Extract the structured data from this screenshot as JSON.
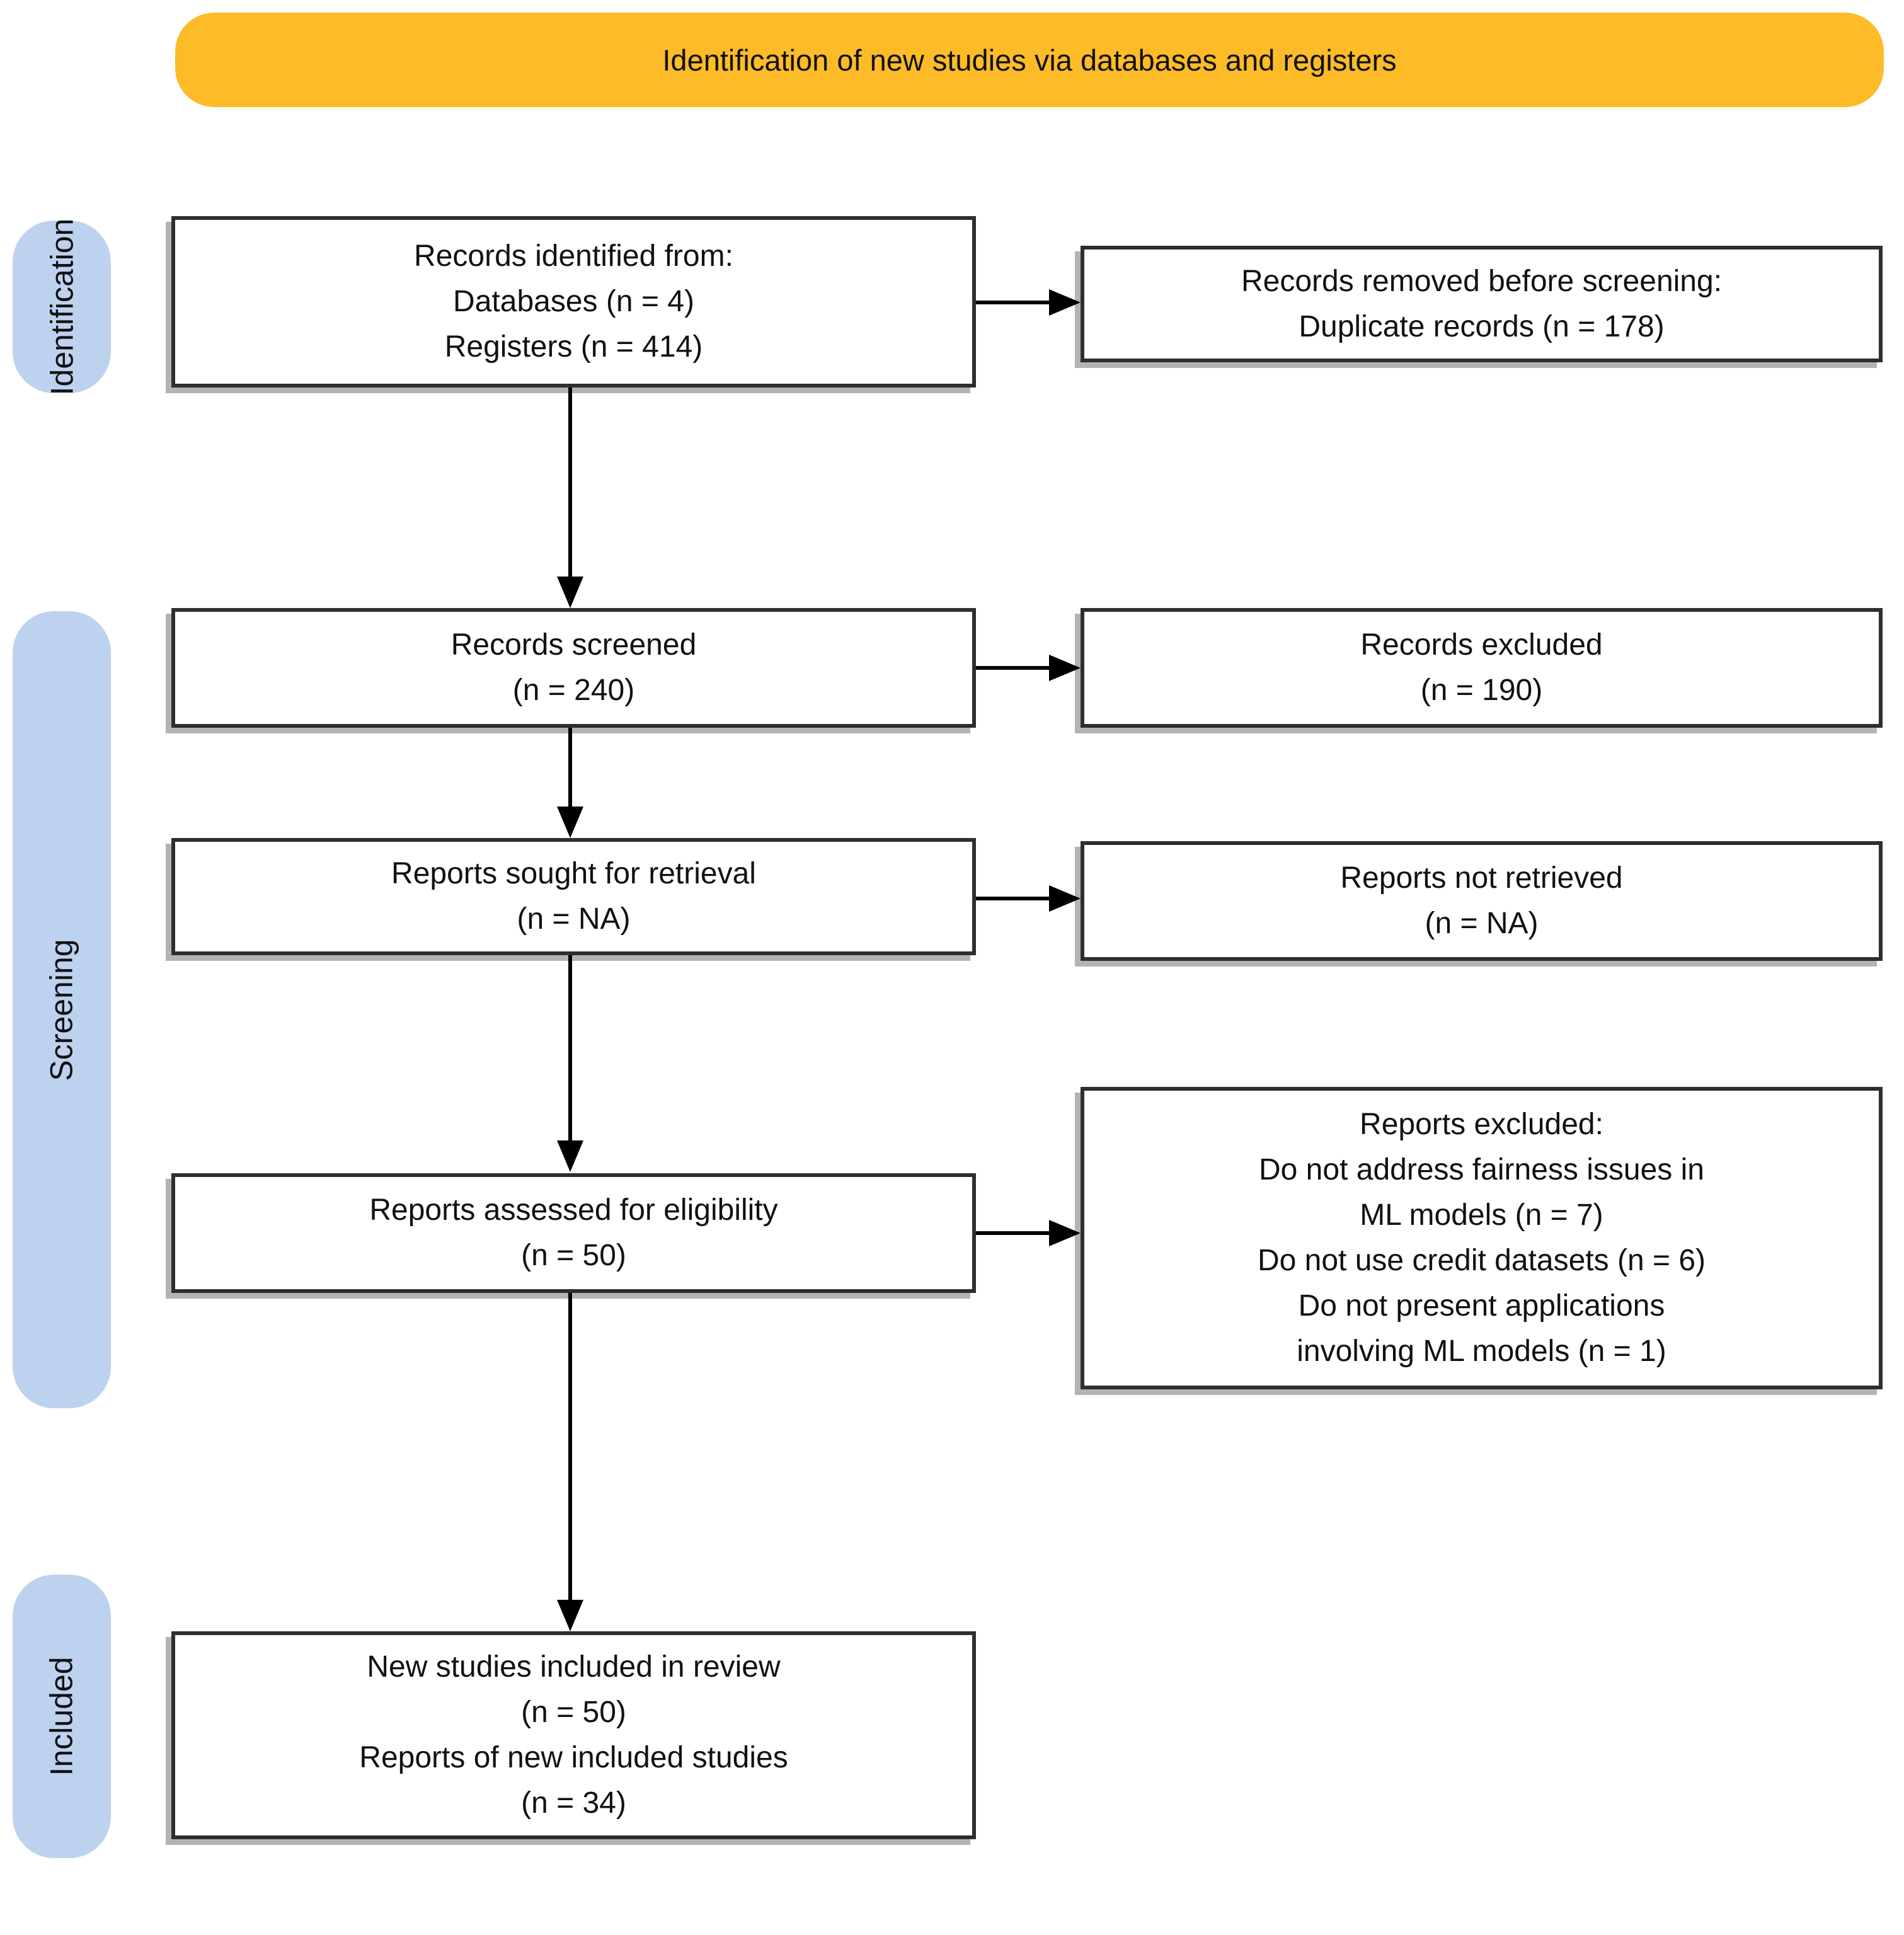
{
  "banner": {
    "label": "Identification of new studies via databases and registers"
  },
  "side_labels": {
    "identification": "Identification",
    "screening": "Screening",
    "included": "Included"
  },
  "flow_boxes": {
    "records_identified": "Records identified from:\nDatabases (n = 4)\nRegisters (n = 414)",
    "records_removed": "Records removed before screening:\nDuplicate records (n = 178)",
    "records_screened": "Records screened\n(n = 240)",
    "records_excluded": "Records excluded\n(n = 190)",
    "reports_sought": "Reports sought for retrieval\n(n = NA)",
    "reports_not_retrieved": "Reports not retrieved\n(n = NA)",
    "reports_assessed": "Reports assessed for eligibility\n(n = 50)",
    "reports_excluded": "Reports excluded:\nDo not address fairness issues in\nML models (n = 7)\nDo not use credit datasets (n = 6)\nDo not present applications\ninvolving ML models (n = 1)",
    "new_studies_included": "New studies included in review\n(n = 50)\nReports of new included studies\n(n = 34)"
  },
  "counts": {
    "databases": 4,
    "registers": 414,
    "duplicates_removed": 178,
    "records_screened": 240,
    "records_excluded": 190,
    "reports_sought": "NA",
    "reports_not_retrieved": "NA",
    "reports_assessed": 50,
    "excluded_no_fairness": 7,
    "excluded_no_credit_datasets": 6,
    "excluded_no_applications": 1,
    "new_studies_included": 50,
    "reports_of_included_studies": 34
  },
  "colors": {
    "banner_bg": "#FDBB28",
    "side_label_bg": "#BDD2EE",
    "box_border": "#2E2E2E",
    "box_shadow": "#B3B3B3",
    "arrow": "#000000",
    "text": "#111111"
  }
}
